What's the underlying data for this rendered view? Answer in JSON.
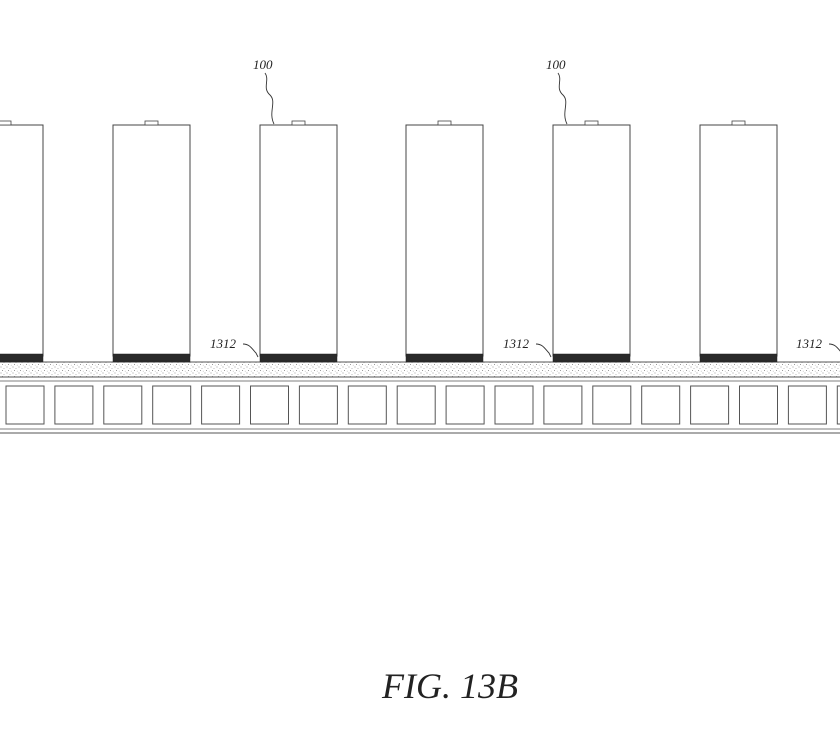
{
  "figure": {
    "caption": "FIG. 13B",
    "reference_labels": {
      "cell": "100",
      "pad": "1312"
    }
  }
}
